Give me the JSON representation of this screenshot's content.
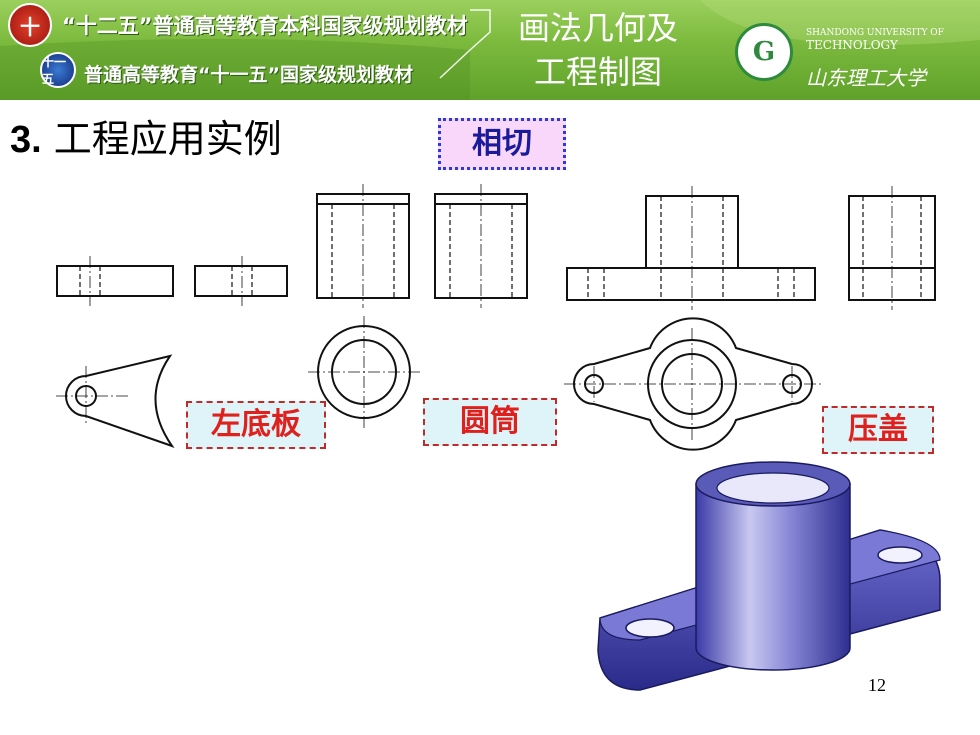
{
  "header": {
    "series_top": "“十二五”普通高等教育本科国家级规划教材",
    "series_bottom": "普通高等教育“十一五”国家级规划教材",
    "course_line1": "画法几何及",
    "course_line2": "工程制图",
    "university_en_line1": "SHANDONG UNIVERSITY OF",
    "university_en_line2": "TECHNOLOGY",
    "university_cn": "山东理工大学",
    "colors": {
      "banner": "#7dbb3f",
      "banner_text": "#ffffff"
    },
    "icons": [
      "series-emblem-icon",
      "eleventh-plan-emblem-icon",
      "university-logo-icon"
    ]
  },
  "slide": {
    "section_number": "3.",
    "section_title": "工程应用实例",
    "labels": {
      "tangent": "相切",
      "left_base_plate": "左底板",
      "cylinder_tube": "圆筒",
      "pressure_cover": "压盖"
    },
    "page_number": "12",
    "colors": {
      "label_text": "#e0201c",
      "tangent_fill": "#f8d7fa",
      "tangent_border": "#2a3bd8",
      "callout_fill": "#dff4f8"
    }
  }
}
